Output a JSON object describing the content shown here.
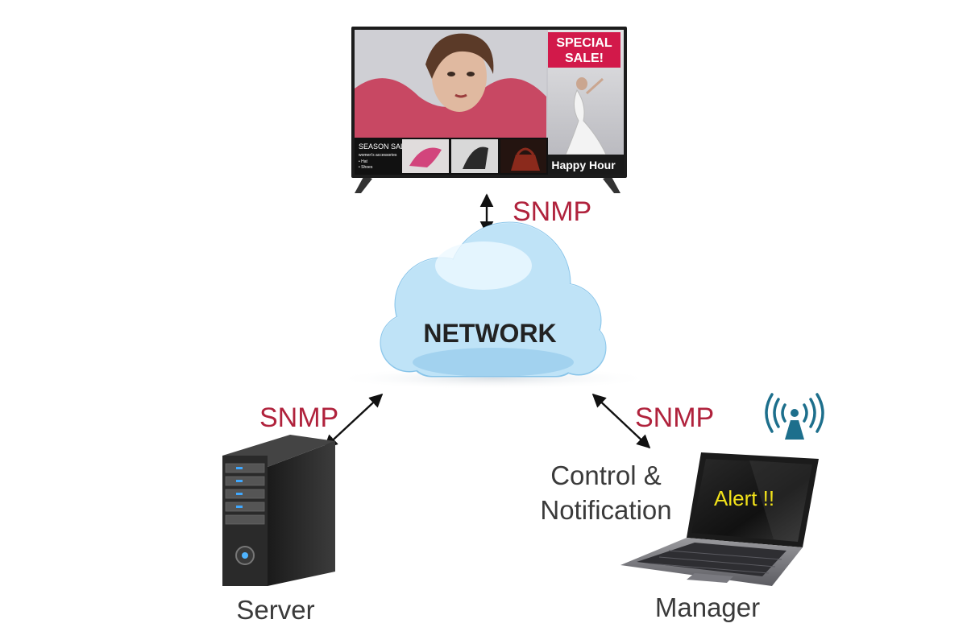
{
  "display": {
    "promo_line1": "SPECIAL",
    "promo_line2": "SALE!",
    "season_title": "SEASON SALE",
    "season_subtitle": "women's accessories",
    "season_item1": "• Hat",
    "season_item2": "• Shoes",
    "happy_hour": "Happy Hour"
  },
  "labels": {
    "snmp_top": "SNMP",
    "snmp_left": "SNMP",
    "snmp_right": "SNMP",
    "network": "NETWORK",
    "control_line1": "Control &",
    "control_line2": "Notification",
    "server": "Server",
    "manager": "Manager",
    "alert": "Alert !!"
  },
  "icons": {
    "display": "signage-display-icon",
    "network": "cloud-icon",
    "server": "server-tower-icon",
    "manager": "laptop-icon",
    "wireless": "wireless-signal-icon"
  },
  "colors": {
    "snmp_text": "#b0223c",
    "label_text": "#3a3a3a",
    "promo_box": "#d2194a",
    "cloud": "#9fd3f0",
    "wireless": "#1d6f8c",
    "alert_text": "#f2e21a"
  }
}
